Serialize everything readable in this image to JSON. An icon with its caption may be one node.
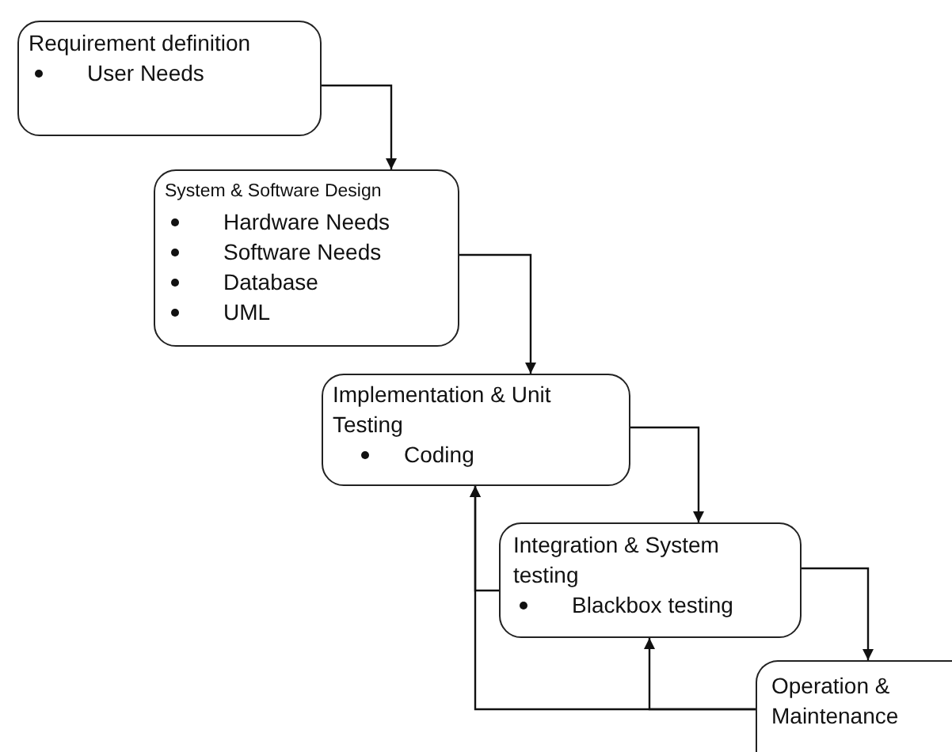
{
  "diagram": {
    "nodes": [
      {
        "text": [
          "Requirement definition",
          "User Needs"
        ]
      },
      {
        "text": [
          "System & Software Design",
          "Hardware Needs",
          "Software Needs",
          "Database",
          "UML"
        ]
      },
      {
        "text": [
          "Implementation & Unit Testing",
          "Coding"
        ]
      },
      {
        "text": [
          "Integration & System testing",
          "Blackbox testing"
        ]
      },
      {
        "text": [
          "Operation & Maintenance"
        ]
      }
    ],
    "edges": [
      {
        "from": 0,
        "to": 1,
        "arrow": "to"
      },
      {
        "from": 1,
        "to": 2,
        "arrow": "to"
      },
      {
        "from": 2,
        "to": 3,
        "arrow": "to"
      },
      {
        "from": 3,
        "to": 4,
        "arrow": "to"
      },
      {
        "from": 3,
        "to": 2,
        "arrow": "to"
      },
      {
        "from": 4,
        "to": 3,
        "arrow": "to"
      },
      {
        "from": 4,
        "to": 2,
        "arrow": "to"
      }
    ]
  }
}
